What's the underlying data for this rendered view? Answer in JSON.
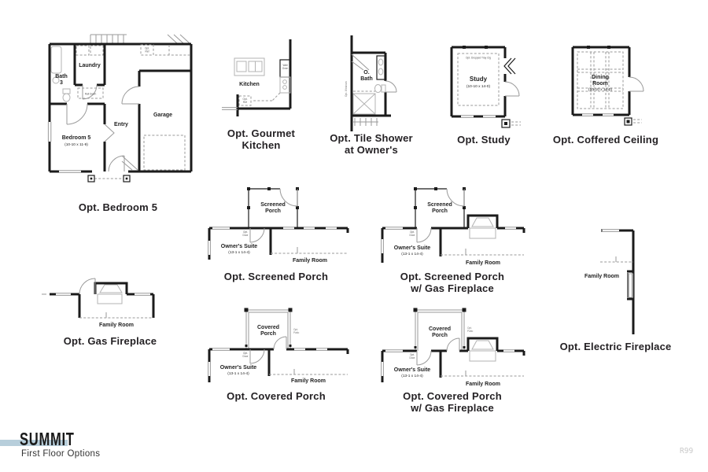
{
  "footer": {
    "brand": "SUMMIT",
    "subtitle": "First Floor Options",
    "page_number": "R99"
  },
  "colors": {
    "accent_bar": "#b7cedb",
    "wall": "#1b1b1b",
    "annotation_gray": "#9a9a9a"
  },
  "plans": {
    "bedroom5": {
      "caption": "Opt. Bedroom 5",
      "labels": {
        "laundry": "Laundry",
        "bath_line1": "Bath",
        "bath_line2": "3",
        "rail_down": "Rail Down",
        "bedroom": "Bedroom 5",
        "bedroom_dims": "(10-10 x 11-9)",
        "entry": "Entry",
        "garage": "Garage",
        "opt_ref_line1": "Opt.",
        "opt_ref_line2": "Ref"
      }
    },
    "gourmet_kitchen": {
      "caption_line1": "Opt. Gourmet",
      "caption_line2": "Kitchen",
      "labels": {
        "kitchen": "Kitchen",
        "wall_oven_line1": "Wall",
        "wall_oven_line2": "Oven",
        "opt_ref_line1": "Opt.",
        "opt_ref_line2": "Ref"
      }
    },
    "tile_shower": {
      "caption_line1": "Opt. Tile Shower",
      "caption_line2": "at Owner's",
      "labels": {
        "bath_line1": "O.",
        "bath_line2": "Bath",
        "opt_windows": "Opt. Windows"
      }
    },
    "study": {
      "caption": "Opt. Study",
      "labels": {
        "room": "Study",
        "dims": "(10-10 x 14-0)",
        "tray": "Opt. Dropped Tray Clg"
      }
    },
    "coffered_ceiling": {
      "caption": "Opt. Coffered Ceiling",
      "labels": {
        "room_line1": "Dining",
        "room_line2": "Room",
        "dims": "(10-10 x 14-0)"
      }
    },
    "screened_porch": {
      "caption": "Opt. Screened Porch",
      "labels": {
        "porch_line1": "Screened",
        "porch_line2": "Porch",
        "suite": "Owner's Suite",
        "suite_dims": "(13-1 x 14-4)",
        "family": "Family Room",
        "opt_door_line1": "Opt.",
        "opt_door_line2": "Door"
      }
    },
    "screened_porch_gas": {
      "caption_line1": "Opt. Screened Porch",
      "caption_line2": "w/ Gas Fireplace",
      "labels": {
        "porch_line1": "Screened",
        "porch_line2": "Porch",
        "suite": "Owner's Suite",
        "suite_dims": "(13-1 x 14-4)",
        "family": "Family Room",
        "opt_door_line1": "Opt.",
        "opt_door_line2": "Door"
      }
    },
    "gas_fireplace": {
      "caption": "Opt. Gas Fireplace",
      "labels": {
        "family": "Family Room"
      }
    },
    "electric_fireplace": {
      "caption": "Opt. Electric Fireplace",
      "labels": {
        "family": "Family Room"
      }
    },
    "covered_porch": {
      "caption": "Opt. Covered Porch",
      "labels": {
        "porch_line1": "Covered",
        "porch_line2": "Porch",
        "opt_patio_line1": "Opt.",
        "opt_patio_line2": "Patio",
        "suite": "Owner's Suite",
        "suite_dims": "(13-1 x 14-4)",
        "family": "Family Room",
        "opt_door_line1": "Opt.",
        "opt_door_line2": "Door"
      }
    },
    "covered_porch_gas": {
      "caption_line1": "Opt. Covered Porch",
      "caption_line2": "w/ Gas Fireplace",
      "labels": {
        "porch_line1": "Covered",
        "porch_line2": "Porch",
        "opt_patio_line1": "Opt.",
        "opt_patio_line2": "Patio",
        "suite": "Owner's Suite",
        "suite_dims": "(13-1 x 14-4)",
        "family": "Family Room",
        "opt_door_line1": "Opt.",
        "opt_door_line2": "Door"
      }
    }
  }
}
